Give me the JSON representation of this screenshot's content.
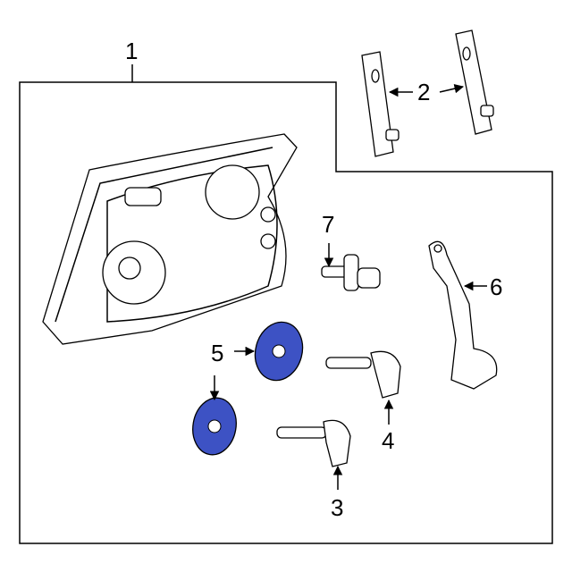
{
  "diagram": {
    "callouts": [
      {
        "id": "1",
        "text": "1"
      },
      {
        "id": "2",
        "text": "2"
      },
      {
        "id": "3",
        "text": "3"
      },
      {
        "id": "4",
        "text": "4"
      },
      {
        "id": "5",
        "text": "5"
      },
      {
        "id": "6",
        "text": "6"
      },
      {
        "id": "7",
        "text": "7"
      }
    ],
    "colors": {
      "highlight": "#3d52c4",
      "line": "#000000",
      "background": "#ffffff"
    }
  }
}
